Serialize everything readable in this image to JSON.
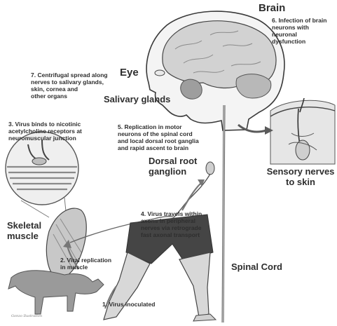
{
  "labels": {
    "brain": "Brain",
    "eye": "Eye",
    "salivary_glands": "Salivary glands",
    "dorsal_root_ganglion": "Dorsal root\nganglion",
    "sensory_nerves": "Sensory nerves\nto skin",
    "skeletal_muscle": "Skeletal\nmuscle",
    "spinal_cord": "Spinal Cord"
  },
  "steps": {
    "s1": "1. Virus inoculated",
    "s2": "2. Viral replication\nin muscle",
    "s3": "3. Virus binds to nicotinic\nacetylcholine receptors at\nneuromuscular junction",
    "s4": "4. Virus travels within\naxons in peripheral\nnerves via retrograde\nfast axonal transport",
    "s5": "5. Replication in motor\nneurons of the spinal cord\nand local dorsal root ganglia\nand rapid ascent to brain",
    "s6": "6. Infection of brain\nneurons with\nneuronal\ndysfunction",
    "s7": "7. Centrifugal spread along\nnerves to salivary glands,\nskin, cornea and\nother organs"
  },
  "credit": "Gonzo Ilustration",
  "colors": {
    "outline": "#3a3a3a",
    "skin": "#dcdcdc",
    "shorts": "#454545",
    "arrow": "#5a5a5a",
    "muscle": "#c8c8c8",
    "dog": "#9a9a9a"
  }
}
